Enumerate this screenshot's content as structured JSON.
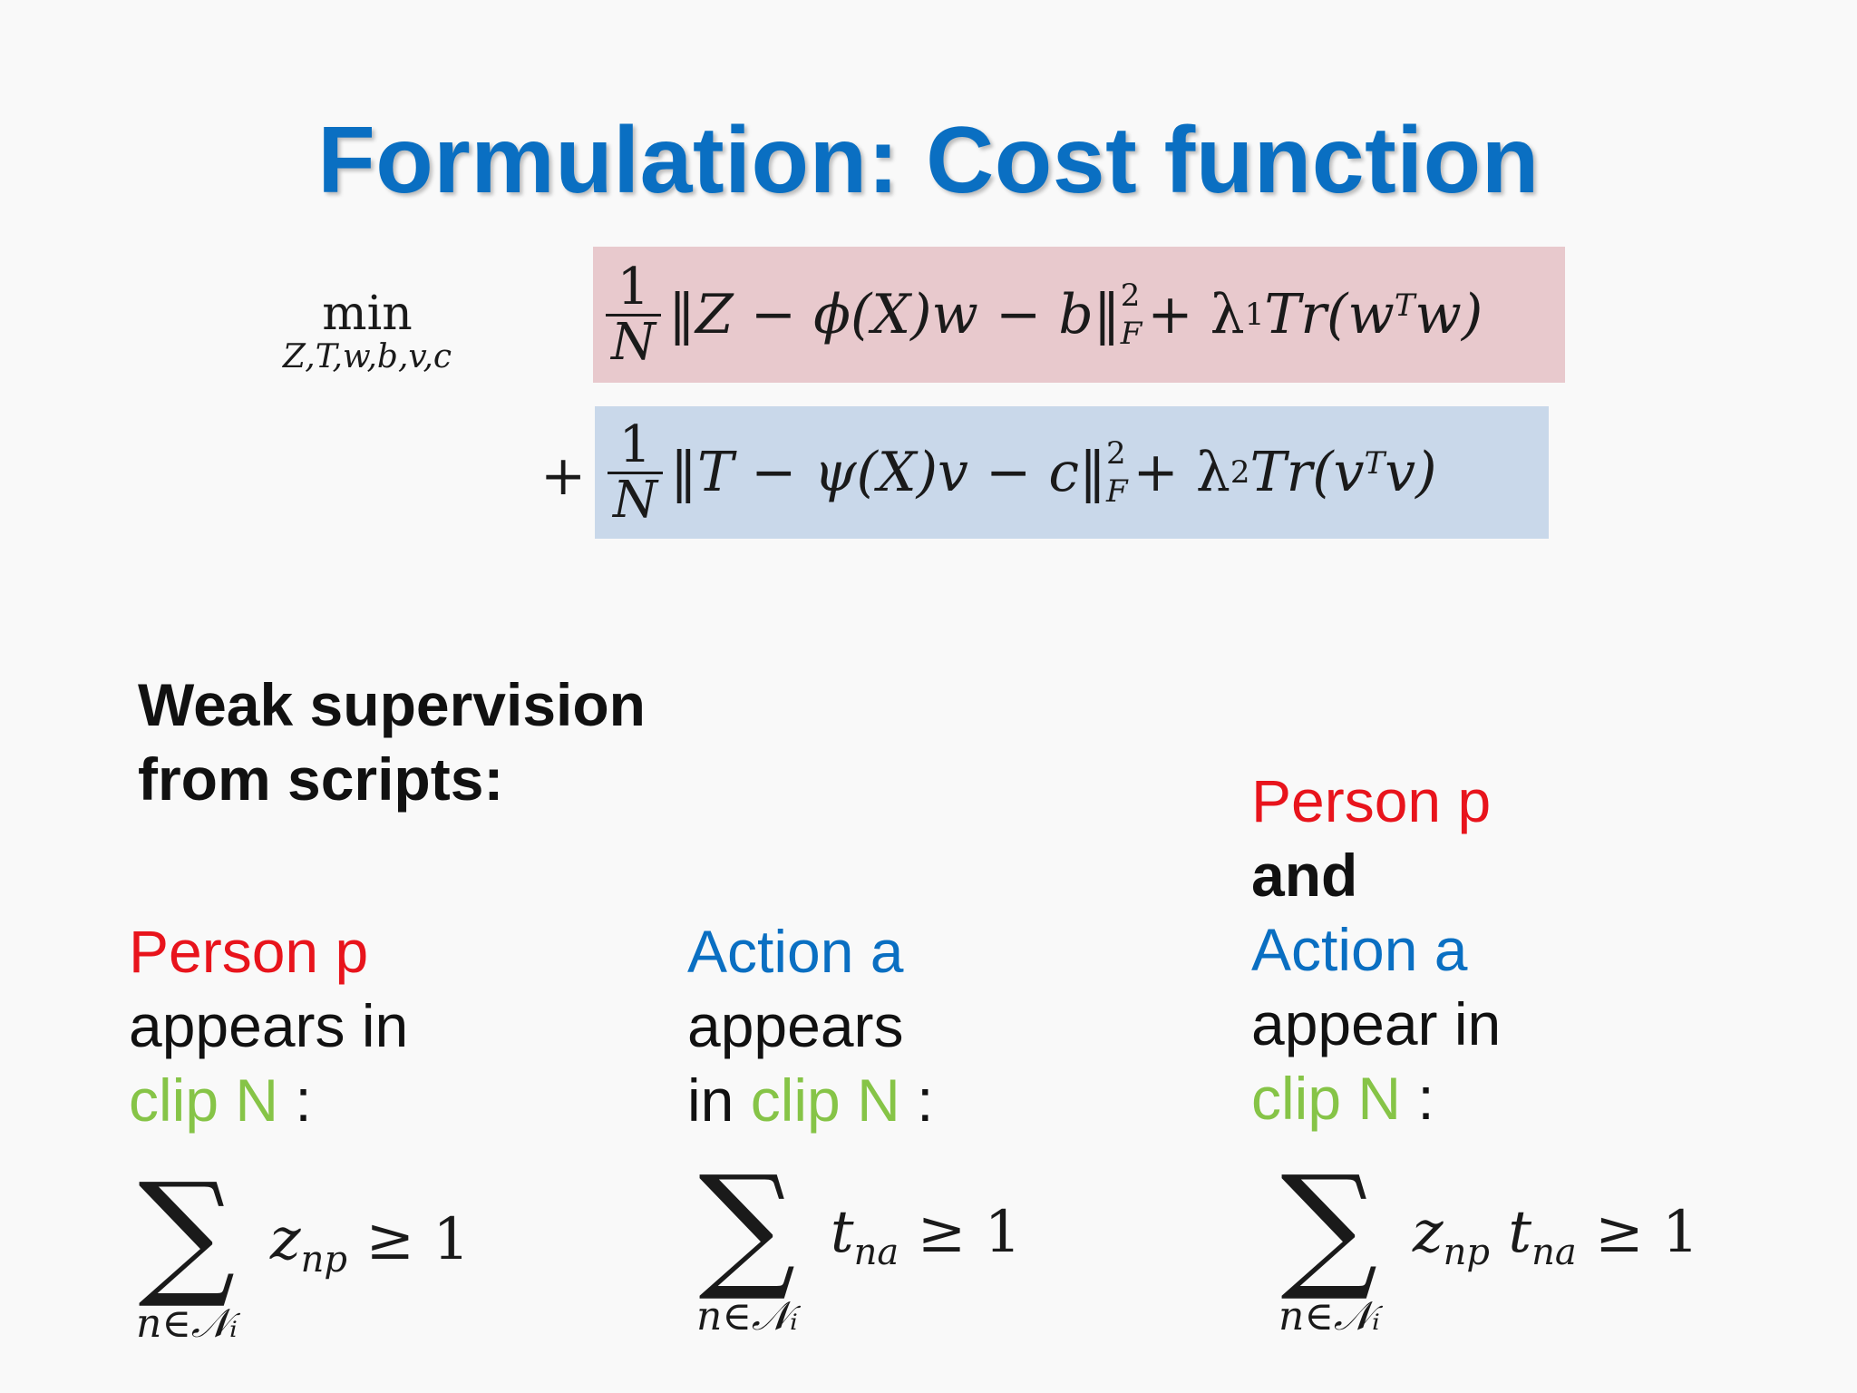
{
  "title": "Formulation: Cost function",
  "objective": {
    "min_word": "min",
    "min_vars": "Z,T,w,b,v,c",
    "term1": {
      "frac_num": "1",
      "frac_den": "N",
      "norm_expr": "‖Z − ϕ(X)w − b‖",
      "norm_sup": "2",
      "norm_sub": "F",
      "reg_a": "+ λ",
      "reg_a_sub": "1",
      "reg_b": " Tr(w",
      "reg_sup": "T",
      "reg_c": " w)"
    },
    "plus": "+",
    "term2": {
      "frac_num": "1",
      "frac_den": "N",
      "norm_expr": "‖T − ψ(X)v − c‖",
      "norm_sup": "2",
      "norm_sub": "F",
      "reg_a": "+ λ",
      "reg_a_sub": "2",
      "reg_b": " Tr(v",
      "reg_sup": "T",
      "reg_c": " v)"
    }
  },
  "heading": {
    "line1": "Weak supervision",
    "line2": "from scripts:"
  },
  "columns": [
    {
      "entity": "Person p",
      "verb": "appears in",
      "clip": "clip N",
      "colon": " :",
      "sum_symbol": "∑",
      "sum_range": "n∈𝒩ᵢ",
      "term_var": "z",
      "term_sub": "np",
      "inequality": " ≥ 1"
    },
    {
      "entity": "Action a",
      "verb": "appears",
      "prefix": "in ",
      "clip": "clip N",
      "colon": " :",
      "sum_symbol": "∑",
      "sum_range": "n∈𝒩ᵢ",
      "term_var": "t",
      "term_sub": "na",
      "inequality": " ≥ 1"
    },
    {
      "entity": "Person p",
      "conj": "and",
      "entity2": "Action a",
      "verb": "appear in",
      "clip": "clip N",
      "colon": " :",
      "sum_symbol": "∑",
      "sum_range": "n∈𝒩ᵢ",
      "term_var": "z",
      "term_sub": "np",
      "term_var2": "t",
      "term_sub2": "na",
      "inequality": " ≥ 1"
    }
  ],
  "colors": {
    "title": "#0a6fc2",
    "person": "#e8141c",
    "action": "#0a6fc2",
    "clip": "#86c447",
    "box_red": "#e8c9cd",
    "box_blue": "#c9d8ea"
  }
}
